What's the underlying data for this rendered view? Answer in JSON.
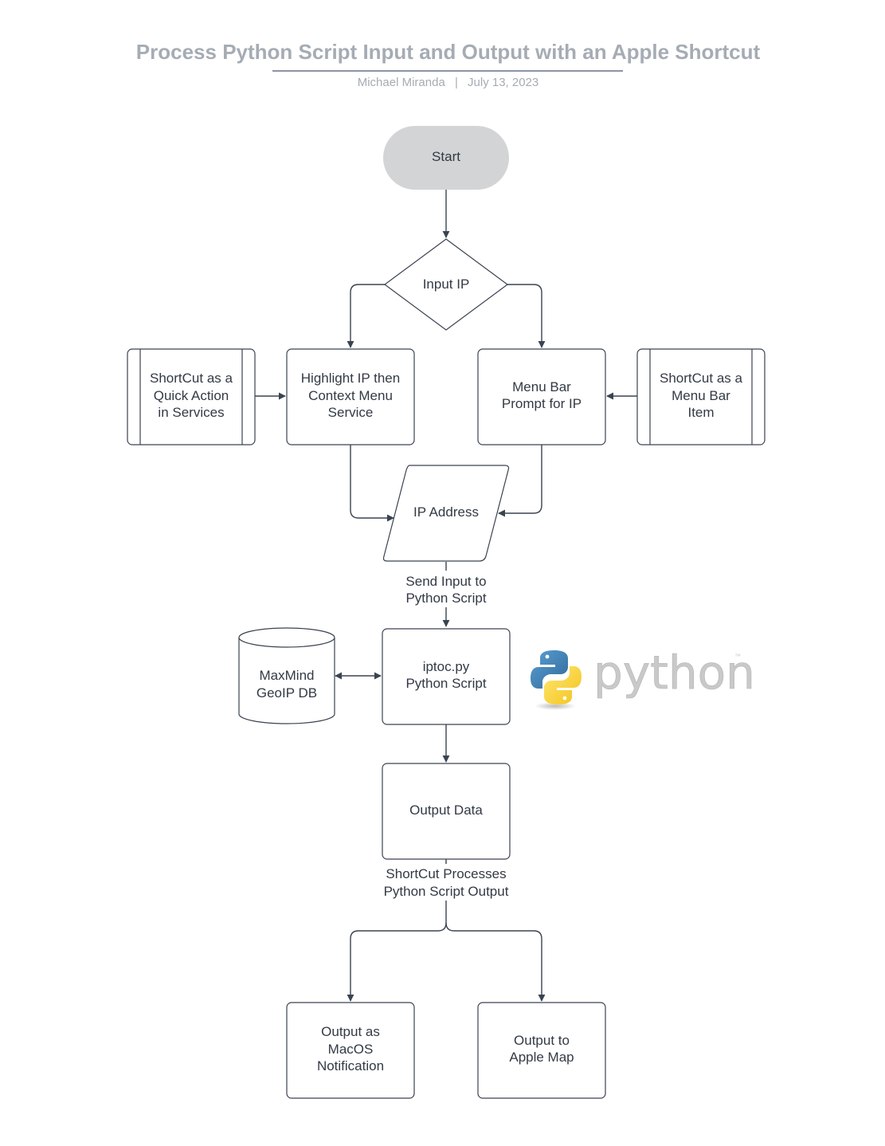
{
  "header": {
    "title": "Process Python Script Input and Output with an Apple Shortcut",
    "author": "Michael Miranda",
    "separator": "|",
    "date": "July 13, 2023"
  },
  "nodes": {
    "start": "Start",
    "input_ip": "Input IP",
    "shortcut_quick_action": [
      "ShortCut as a",
      "Quick Action",
      "in Services"
    ],
    "highlight_ip": [
      "Highlight IP then",
      "Context Menu",
      "Service"
    ],
    "menu_bar_prompt": [
      "Menu Bar",
      "Prompt for IP"
    ],
    "shortcut_menu_bar": [
      "ShortCut as a",
      "Menu Bar",
      "Item"
    ],
    "ip_address": "IP Address",
    "maxmind_db": [
      "MaxMind",
      "GeoIP DB"
    ],
    "python_script": [
      "iptoc.py",
      "Python Script"
    ],
    "output_data": "Output Data",
    "output_notification": [
      "Output as",
      "MacOS",
      "Notification"
    ],
    "output_map": [
      "Output to",
      "Apple Map"
    ]
  },
  "edge_labels": {
    "send_input": [
      "Send Input to",
      "Python Script"
    ],
    "shortcut_processes": [
      "ShortCut Processes",
      "Python Script Output"
    ]
  },
  "logo": {
    "name": "python-logo",
    "wordmark": "python",
    "trademark": "™"
  },
  "colors": {
    "title": "#a6acb4",
    "rule": "#8b95a6",
    "start_fill": "#d3d4d6",
    "stroke": "#3a4350",
    "logo_blue": "#3c73a8",
    "logo_yellow": "#f7cf3a",
    "logo_text": "#c9c9c9"
  }
}
